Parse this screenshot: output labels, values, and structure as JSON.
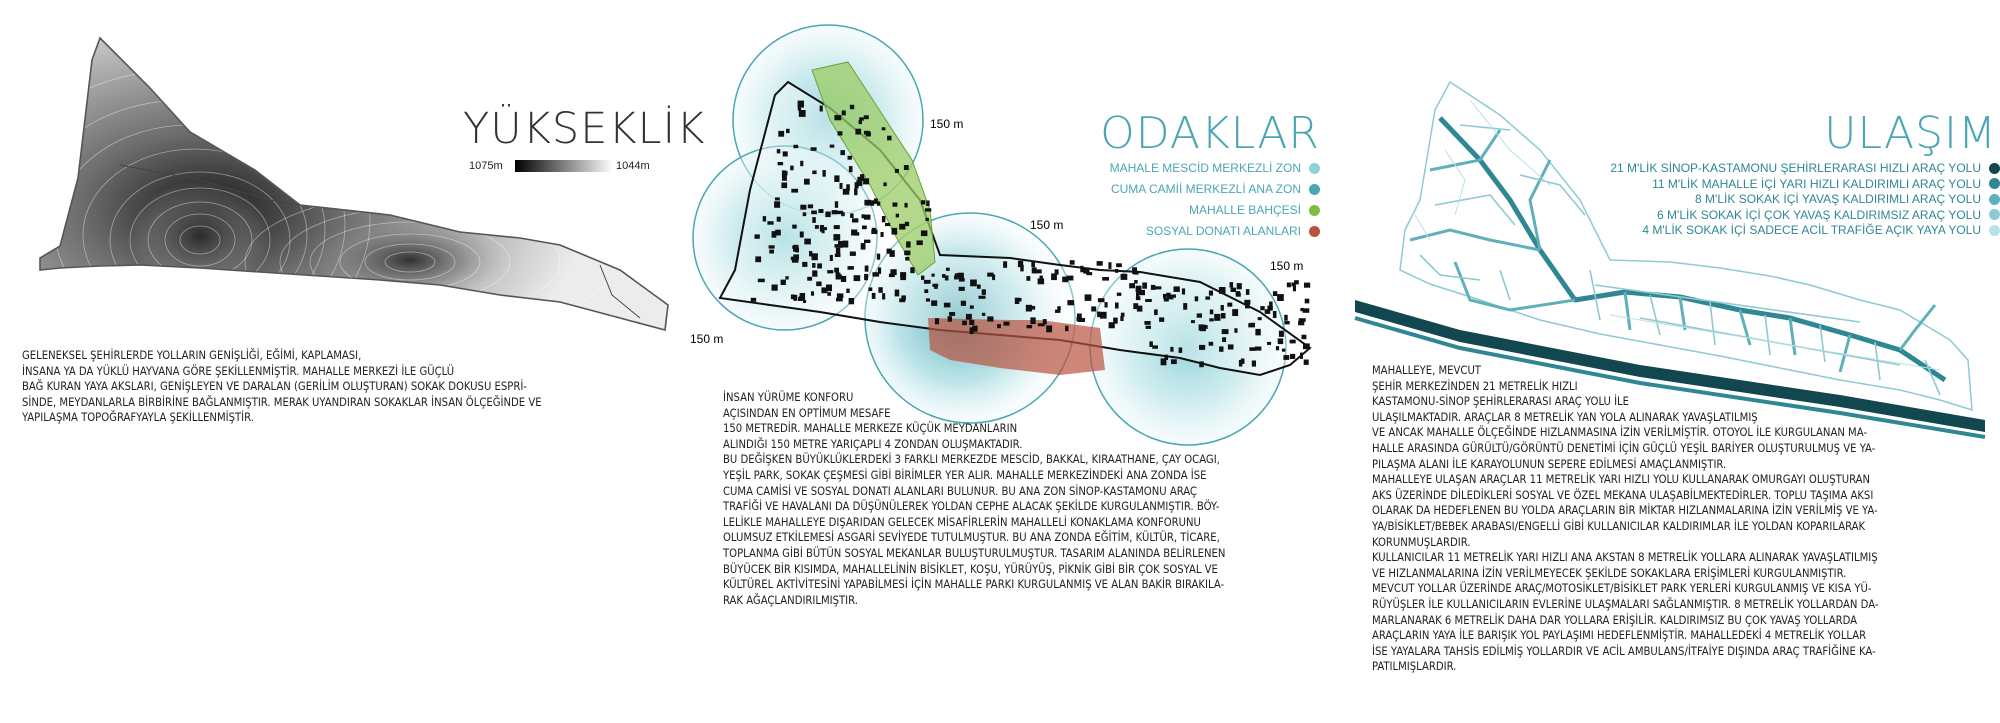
{
  "elevation": {
    "title": "YÜKSEKLİK",
    "scale_min_label": "1075m",
    "scale_max_label": "1044m",
    "paragraph": [
      "GELENEKSEL ŞEHİRLERDE YOLLARIN GENİŞLİĞİ, EĞİMİ, KAPLAMASI,",
      "İNSANA YA DA YÜKLÜ HAYVANA GÖRE ŞEKİLLENMİŞTİR. MAHALLE MERKEZİ İLE GÜÇLÜ",
      "BAĞ KURAN YAYA AKSLARI, GENİŞLEYEN VE DARALAN (GERİLİM OLUŞTURAN) SOKAK DOKUSU ESPRİ-",
      "SİNDE, MEYDANLARLA BİRBİRİNE BAĞLANMIŞTIR. MERAK UYANDIRAN SOKAKLAR İNSAN ÖLÇEĞİNDE VE",
      "YAPILAŞMA TOPOĞRAFYAYLA ŞEKİLLENMİŞTİR."
    ]
  },
  "focus": {
    "title": "ODAKLAR",
    "radius_labels": [
      "150 m",
      "150 m",
      "150 m",
      "150 m"
    ],
    "legend": [
      {
        "label": "MAHALE MESCİD MERKEZLİ ZON",
        "color": "#8ed1d8"
      },
      {
        "label": "CUMA CAMİİ MERKEZLİ ANA ZON",
        "color": "#4ba6b3"
      },
      {
        "label": "MAHALLE BAHÇESİ",
        "color": "#7fbf3f"
      },
      {
        "label": "SOSYAL DONATI ALANLARI",
        "color": "#b8523f"
      }
    ],
    "paragraph": [
      "İNSAN YÜRÜME KONFORU",
      "AÇISINDAN EN OPTİMUM MESAFE",
      "150 METREDİR. MAHALLE MERKEZE KÜÇÜK MEYDANLARIN",
      "ALINDIĞI 150 METRE YARIÇAPLI 4 ZONDAN OLUŞMAKTADIR.",
      "BU DEĞİŞKEN BÜYÜKLÜKLERDEKİ 3 FARKLI MERKEZDE MESCİD, BAKKAL, KIRAATHANE, ÇAY OCAGI,",
      "YEŞİL PARK, SOKAK ÇEŞMESİ GİBİ BİRİMLER YER ALIR. MAHALLE MERKEZİNDEKİ ANA ZONDA İSE",
      "CUMA CAMİSİ VE SOSYAL DONATI ALANLARI BULUNUR. BU ANA ZON SİNOP-KASTAMONU ARAÇ",
      "TRAFİĞİ VE HAVALANI DA DÜŞÜNÜLEREK YOLDAN CEPHE ALACAK ŞEKİLDE KURGULANMIŞTIR. BÖY-",
      "LELİKLE MAHALLEYE DIŞARIDAN GELECEK MİSAFİRLERİN MAHALLELİ KONAKLAMA KONFORUNU",
      "OLUMSUZ ETKİLEMESİ ASGARİ SEVİYEDE TUTULMUŞTUR. BU ANA ZONDA EĞİTİM, KÜLTÜR, TİCARE,",
      "TOPLANMA GİBİ BÜTÜN SOSYAL MEKANLAR BULUŞTURULMUŞTUR. TASARIM ALANINDA BELİRLENEN",
      "BÜYÜCEK BİR KISIMDA, MAHALLELİNİN BİSİKLET, KOŞU, YÜRÜYÜŞ, PİKNİK GİBİ BİR ÇOK SOSYAL VE",
      "KÜLTÜREL AKTİVİTESİNİ YAPABİLMESİ İÇİN MAHALLE PARKI KURGULANMIŞ VE ALAN BAKİR BIRAKILA-",
      "RAK AĞAÇLANDIRILMIŞTIR."
    ]
  },
  "transport": {
    "title": "ULAŞIM",
    "legend": [
      {
        "label": "21 M'LİK SİNOP-KASTAMONU ŞEHİRLERARASI HIZLI ARAÇ YOLU",
        "color": "#12474f"
      },
      {
        "label": "11 M'LİK MAHALLE İÇİ YARI HIZLI KALDIRIMLI ARAÇ YOLU",
        "color": "#2f8793"
      },
      {
        "label": "8 M'LİK SOKAK İÇİ YAVAŞ KALDIRIMLI ARAÇ YOLU",
        "color": "#5fb0bb"
      },
      {
        "label": "6 M'LİK SOKAK İÇİ ÇOK YAVAŞ KALDIRIMSIZ ARAÇ YOLU",
        "color": "#8fcad2"
      },
      {
        "label": "4 M'LİK SOKAK İÇİ SADECE ACİL TRAFİĞE AÇIK YAYA YOLU",
        "color": "#b9e0e5"
      }
    ],
    "paragraph": [
      "MAHALLEYE, MEVCUT",
      "ŞEHİR MERKEZİNDEN 21 METRELİK HIZLI",
      "KASTAMONU-SİNOP ŞEHİRLERARASI ARAÇ YOLU İLE",
      "ULAŞILMAKTADIR. ARAÇLAR 8 METRELİK YAN YOLA ALINARAK YAVAŞLATILMIŞ",
      "VE ANCAK MAHALLE ÖLÇEĞİNDE HIZLANMASINA İZİN VERİLMİŞTİR. OTOYOL İLE KURGULANAN MA-",
      "HALLE ARASINDA GÜRÜLTÜ/GÖRÜNTÜ DENETİMİ İÇİN GÜÇLÜ YEŞİL BARİYER OLUŞTURULMUŞ VE YA-",
      "PILAŞMA ALANI İLE KARAYOLUNUN SEPERE EDİLMESİ AMAÇLANMIŞTIR.",
      "MAHALLEYE ULAŞAN ARAÇLAR 11 METRELİK YARI HIZLI YOLU KULLANARAK OMURGAYI OLUŞTURAN",
      "AKS ÜZERİNDE DİLEDİKLERİ SOSYAL VE ÖZEL MEKANA ULAŞABİLMEKTEDİRLER. TOPLU TAŞIMA AKSI",
      "OLARAK DA HEDEFLENEN BU YOLDA ARAÇLARIN BİR MİKTAR HIZLANMALARINA İZİN VERİLMİŞ VE YA-",
      "YA/BİSİKLET/BEBEK ARABASI/ENGELLİ GİBİ KULLANICILAR KALDIRIMLAR İLE YOLDAN KOPARILARAK",
      "KORUNMUŞLARDIR.",
      "KULLANICILAR 11 METRELİK YARI HIZLI ANA AKSTAN 8 METRELİK YOLLARA ALINARAK YAVAŞLATILMIŞ",
      "VE HIZLANMALARINA İZİN VERİLMEYECEK ŞEKİLDE SOKAKLARA ERİŞİMLERİ KURGULANMIŞTIR.",
      "MEVCUT YOLLAR ÜZERİNDE ARAÇ/MOTOSİKLET/BİSİKLET PARK YERLERİ KURGULANMIŞ VE KISA YÜ-",
      "RÜYÜŞLER İLE KULLANICILARIN EVLERİNE ULAŞMALARI SAĞLANMIŞTIR. 8 METRELİK YOLLARDAN DA-",
      "MARLANARAK 6 METRELİK DAHA DAR YOLLARA ERİŞİLİR. KALDIRIMSIZ BU ÇOK YAVAŞ YOLLARDA",
      "ARAÇLARIN YAYA İLE BARIŞIK YOL PAYLAŞIMI HEDEFLENMİŞTİR. MAHALLEDEKİ 4 METRELİK YOLLAR",
      "İSE YAYALARA TAHSİS EDİLMİŞ YOLLARDIR VE ACİL AMBULANS/İTFAİYE DIŞINDA ARAÇ TRAFİĞİNE KA-",
      "PATILMIŞLARDIR."
    ]
  }
}
